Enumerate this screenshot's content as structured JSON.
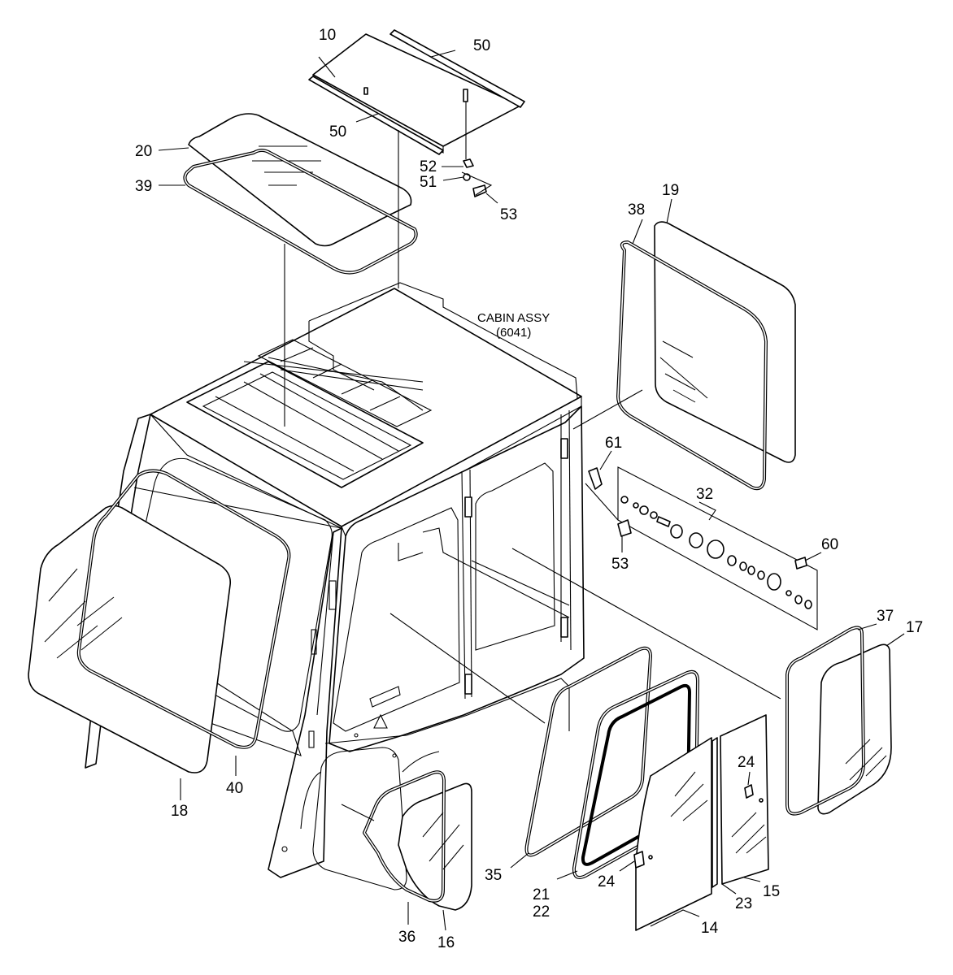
{
  "assembly": {
    "title": "CABIN ASSY",
    "code": "(6041)"
  },
  "callouts": {
    "p10": "10",
    "p50a": "50",
    "p50b": "50",
    "p20": "20",
    "p39": "39",
    "p52": "52",
    "p51": "51",
    "p53a": "53",
    "p19": "19",
    "p38": "38",
    "p61": "61",
    "p32": "32",
    "p53b": "53",
    "p60": "60",
    "p37": "37",
    "p17": "17",
    "p18": "18",
    "p40": "40",
    "p24a": "24",
    "p24b": "24",
    "p35": "35",
    "p21": "21",
    "p22": "22",
    "p14": "14",
    "p23": "23",
    "p15": "15",
    "p36": "36",
    "p16": "16"
  },
  "icons": {
    "warning": "warning-triangle-icon"
  }
}
